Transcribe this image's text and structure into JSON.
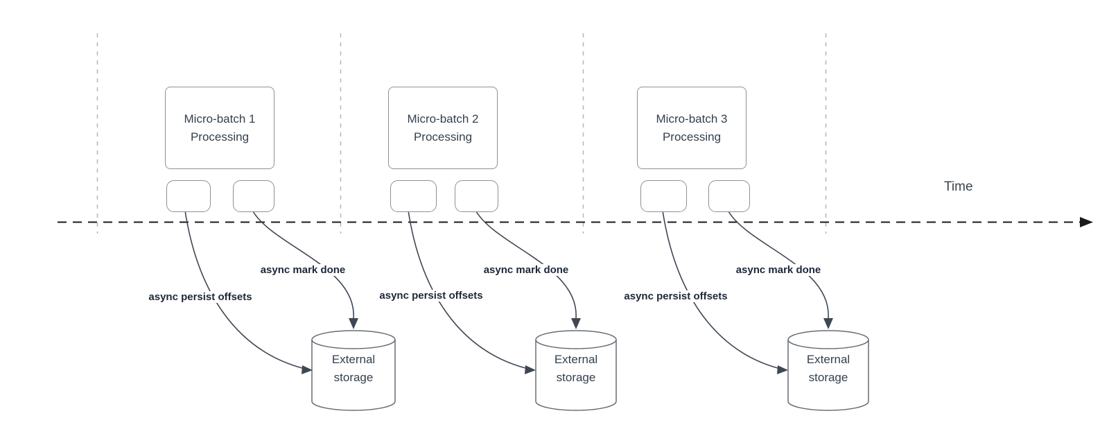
{
  "time_axis": {
    "label": "Time"
  },
  "sections": [
    {
      "box_title_line1": "Micro-batch 1",
      "box_title_line2": "Processing",
      "persist_arrow_label": "async persist offsets",
      "mark_arrow_label": "async mark done",
      "storage_line1": "External",
      "storage_line2": "storage"
    },
    {
      "box_title_line1": "Micro-batch 2",
      "box_title_line2": "Processing",
      "persist_arrow_label": "async persist offsets",
      "mark_arrow_label": "async mark done",
      "storage_line1": "External",
      "storage_line2": "storage"
    },
    {
      "box_title_line1": "Micro-batch 3",
      "box_title_line2": "Processing",
      "persist_arrow_label": "async persist offsets",
      "mark_arrow_label": "async mark done",
      "storage_line1": "External",
      "storage_line2": "storage"
    }
  ],
  "colors": {
    "timeline": "#1a1a1a",
    "gridline": "#b8babd",
    "shape": "#8d9095",
    "cylinder": "#666c75",
    "arrow": "#3e4753",
    "boxtext": "#33404d",
    "labeltext": "#1c2838",
    "timetext": "#3a4450"
  }
}
